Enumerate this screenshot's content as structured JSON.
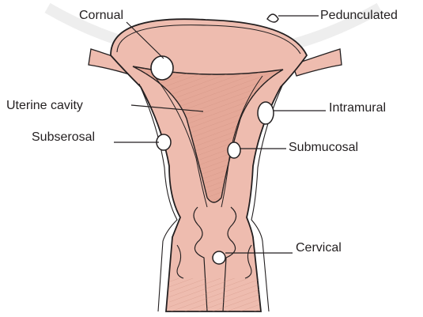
{
  "labels": {
    "cornual": "Cornual",
    "pedunculated": "Pedunculated",
    "uterine_cavity": "Uterine cavity",
    "intramural": "Intramural",
    "subserosal": "Subserosal",
    "submucosal": "Submucosal",
    "cervical": "Cervical"
  },
  "colors": {
    "tissue": "#eebcaf",
    "tissue_dark": "#d69a8c",
    "outline": "#231f20",
    "fibroid_fill": "#ffffff"
  }
}
